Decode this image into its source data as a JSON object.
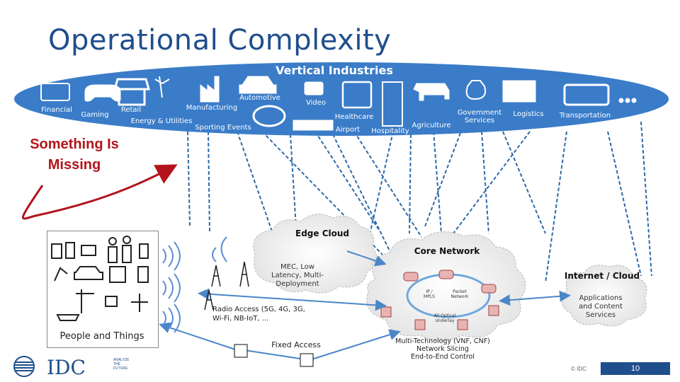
{
  "slide": {
    "title": "Operational Complexity",
    "missing_label": "Something Is\nMissing",
    "page_number": "10",
    "copyright": "© IDC"
  },
  "vertical": {
    "title": "Vertical Industries",
    "items": [
      {
        "label": "Financial",
        "icon": "money-icon"
      },
      {
        "label": "Gaming",
        "icon": "gamepad-icon"
      },
      {
        "label": "Retail",
        "icon": "storefront-icon"
      },
      {
        "label": "Energy & Utilities",
        "icon": "wind-turbine-icon"
      },
      {
        "label": "Manufacturing",
        "icon": "factory-icon"
      },
      {
        "label": "Automotive",
        "icon": "car-icon"
      },
      {
        "label": "Sporting Events",
        "icon": "stadium-icon"
      },
      {
        "label": "Video",
        "icon": "video-camera-icon"
      },
      {
        "label": "Airport",
        "icon": "airport-icon"
      },
      {
        "label": "Healthcare",
        "icon": "hospital-icon"
      },
      {
        "label": "Hospitality",
        "icon": "hotel-icon"
      },
      {
        "label": "Agriculture",
        "icon": "cow-icon"
      },
      {
        "label": "Government\nServices",
        "icon": "money-bag-icon"
      },
      {
        "label": "Logistics",
        "icon": "truck-icon"
      },
      {
        "label": "Transportation",
        "icon": "bus-icon"
      }
    ]
  },
  "network": {
    "edge_cloud_title": "Edge Cloud",
    "edge_cloud_text": "MEC, Low\nLatency, Multi-\nDeployment",
    "core_title": "Core Network",
    "core_text": "Multi-Technology (VNF, CNF)\nNetwork Slicing\nEnd-to-End Control",
    "core_inner": [
      "IP /\nMPLS",
      "Packet\nNetwork",
      "All Optical\nUnderlay"
    ],
    "internet_title": "Internet / Cloud",
    "internet_text": "Applications\nand Content\nServices",
    "radio_text": "Radio Access (5G, 4G, 3G,\nWi-Fi, NB-IoT, ...",
    "fixed_text": "Fixed Access"
  },
  "people": {
    "label": "People and Things"
  },
  "logo": {
    "name": "IDC",
    "tagline": "ANALYZE\nTHE\nFUTURE"
  },
  "colors": {
    "title": "#1f4e8c",
    "ellipse": "#3a7cc8",
    "accent_red": "#b3141c",
    "line": "#4a86c8"
  }
}
